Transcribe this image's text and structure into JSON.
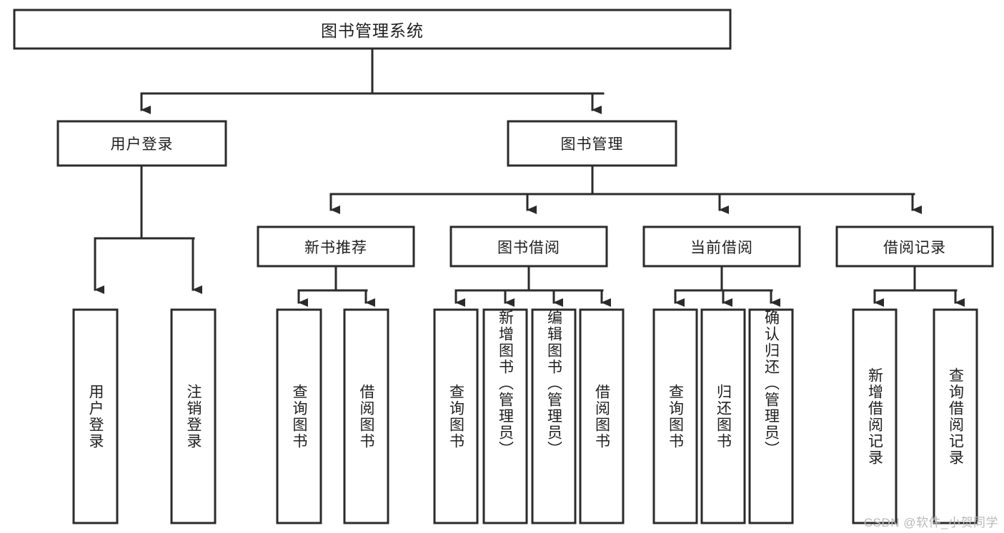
{
  "diagram": {
    "title": "图书管理系统",
    "type": "tree",
    "colors": {
      "stroke": "#2b2b2b",
      "fill": "#ffffff",
      "text": "#1f1f1f",
      "watermark": "#b9b9b9",
      "background": "#ffffff"
    },
    "root": {
      "label": "图书管理系统"
    },
    "level2": [
      {
        "label": "用户登录"
      },
      {
        "label": "图书管理"
      }
    ],
    "level3": [
      {
        "label": "新书推荐"
      },
      {
        "label": "图书借阅"
      },
      {
        "label": "当前借阅"
      },
      {
        "label": "借阅记录"
      }
    ],
    "leaves": {
      "user_login": [
        {
          "label": "用户登录"
        },
        {
          "label": "注销登录"
        }
      ],
      "new_book_recommend": [
        {
          "label": "查询图书"
        },
        {
          "label": "借阅图书"
        }
      ],
      "book_borrow": [
        {
          "label": "查询图书"
        },
        {
          "label": "新增图书（管理员）"
        },
        {
          "label": "编辑图书（管理员）"
        },
        {
          "label": "借阅图书"
        }
      ],
      "current_borrow": [
        {
          "label": "查询图书"
        },
        {
          "label": "归还图书"
        },
        {
          "label": "确认归还（管理员）"
        }
      ],
      "borrow_record": [
        {
          "label": "新增借阅记录"
        },
        {
          "label": "查询借阅记录"
        }
      ]
    }
  },
  "watermark": {
    "text": "CSDN @软件_小贺同学"
  }
}
